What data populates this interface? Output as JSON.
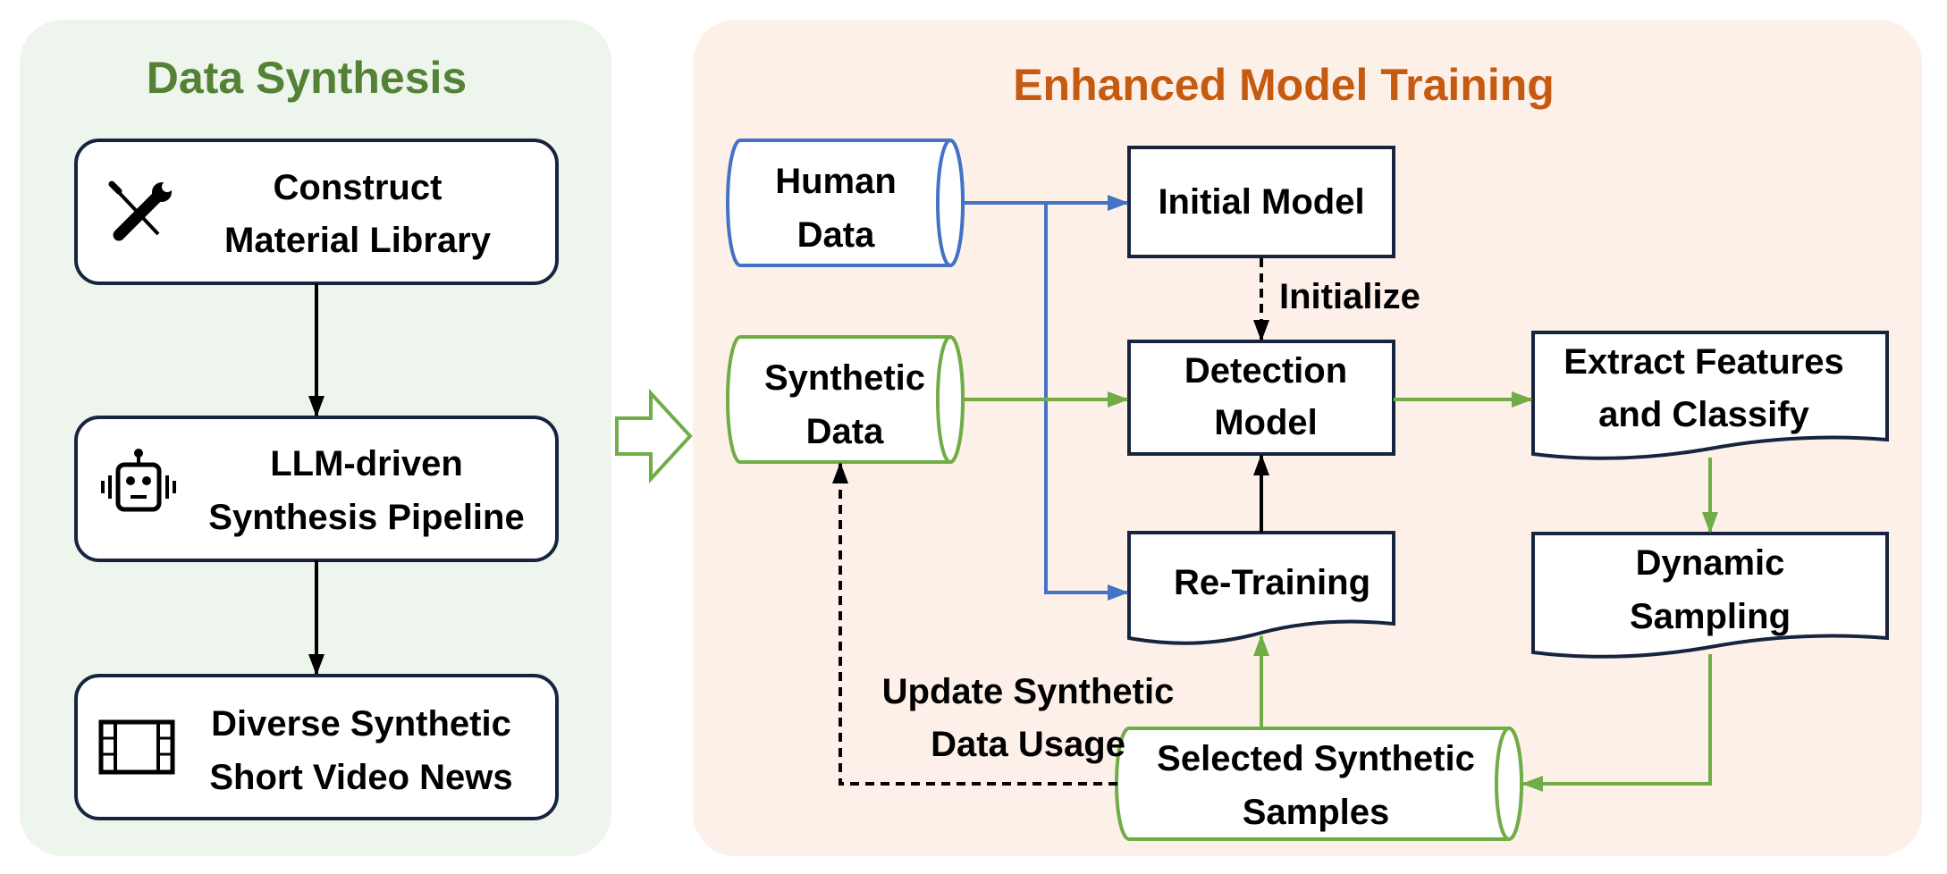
{
  "colors": {
    "synthesis_panel_bg": "#eef5ec",
    "training_panel_bg": "#fdf0e9",
    "synthesis_title": "#538135",
    "training_title": "#c55a11",
    "dark_box_border": "#17243f",
    "blue": "#4472c4",
    "green": "#70ad47",
    "black": "#000000"
  },
  "synthesis": {
    "title": "Data Synthesis",
    "steps": [
      {
        "icon": "wrench-screwdriver-icon",
        "lines": [
          "Construct",
          "Material Library"
        ]
      },
      {
        "icon": "robot-icon",
        "lines": [
          "LLM-driven",
          "Synthesis Pipeline"
        ]
      },
      {
        "icon": "film-strip-icon",
        "lines": [
          "Diverse Synthetic",
          "Short Video News"
        ]
      }
    ]
  },
  "transition_arrow_icon": "hollow-right-arrow-icon",
  "training": {
    "title": "Enhanced Model Training",
    "human_data": [
      "Human",
      "Data"
    ],
    "synthetic_data": [
      "Synthetic",
      "Data"
    ],
    "initial_model": "Initial Model",
    "initialize": "Initialize",
    "detection_model": [
      "Detection",
      "Model"
    ],
    "retraining": "Re-Training",
    "extract_features": [
      "Extract Features",
      "and Classify"
    ],
    "dynamic_sampling": [
      "Dynamic",
      "Sampling"
    ],
    "selected_samples": [
      "Selected Synthetic",
      "Samples"
    ],
    "update_usage": [
      "Update Synthetic",
      "Data Usage"
    ]
  }
}
